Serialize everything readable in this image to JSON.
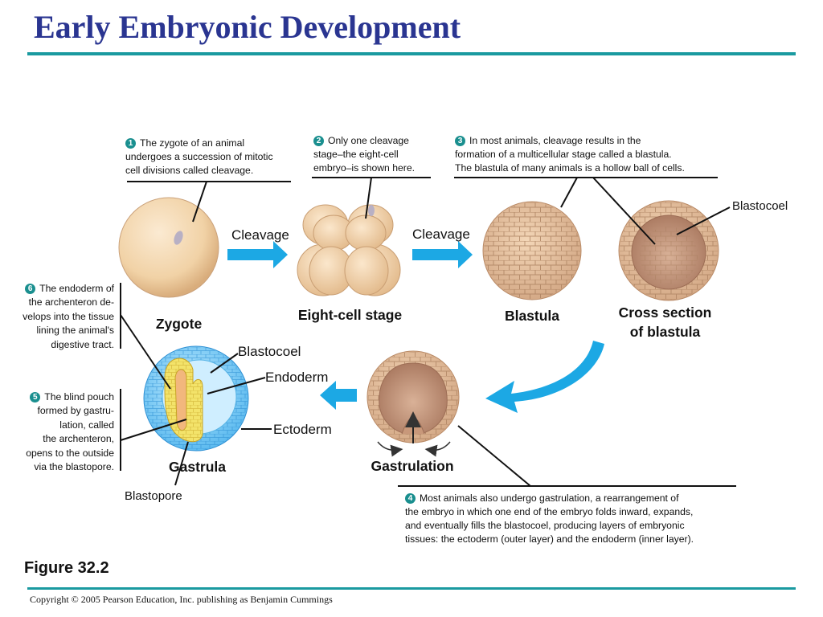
{
  "title": "Early Embryonic Development",
  "figure_label": "Figure 32.2",
  "copyright": "Copyright © 2005 Pearson Education, Inc. publishing as Benjamin Cummings",
  "steps": [
    {
      "num": "1",
      "lines": [
        "The zygote of an animal",
        "undergoes a succession of mitotic",
        "cell divisions called cleavage."
      ]
    },
    {
      "num": "2",
      "lines": [
        "Only one cleavage",
        "stage–the eight-cell",
        "embryo–is shown here."
      ]
    },
    {
      "num": "3",
      "lines": [
        "In most animals, cleavage results in the",
        "formation of a multicellular stage called a blastula.",
        "The blastula of many animals is a hollow ball of cells."
      ]
    },
    {
      "num": "4",
      "lines": [
        "Most animals also undergo gastrulation, a rearrangement of",
        "the embryo in which one end of the embryo folds inward, expands,",
        "and eventually fills the blastocoel, producing layers of embryonic",
        "tissues: the ectoderm (outer layer) and the endoderm (inner layer)."
      ]
    },
    {
      "num": "5",
      "lines": [
        "The blind pouch",
        "formed by gastru-",
        "lation, called",
        "the archenteron,",
        "opens to the outside",
        "via the blastopore."
      ]
    },
    {
      "num": "6",
      "lines": [
        "The endoderm of",
        "the archenteron de-",
        "velops into the tissue",
        "lining the animal's",
        "digestive tract."
      ]
    }
  ],
  "stages": {
    "zygote": "Zygote",
    "eight_cell": "Eight-cell stage",
    "blastula": "Blastula",
    "cross_section": [
      "Cross section",
      "of blastula"
    ],
    "gastrulation": "Gastrulation",
    "gastrula": "Gastrula"
  },
  "arrows": {
    "cleavage_1": "Cleavage",
    "cleavage_2": "Cleavage"
  },
  "labels": {
    "blastocoel_top": "Blastocoel",
    "blastocoel_gastrula": "Blastocoel",
    "endoderm": "Endoderm",
    "ectoderm": "Ectoderm",
    "blastopore": "Blastopore"
  },
  "colors": {
    "title": "#2a3591",
    "rule": "#1a9aa0",
    "arrow": "#1ca8e4",
    "step_badge": "#1a8f8f",
    "embryo": "#f3d2a8",
    "ectoderm": "#4fb8ec",
    "endoderm": "#f3e36a"
  }
}
